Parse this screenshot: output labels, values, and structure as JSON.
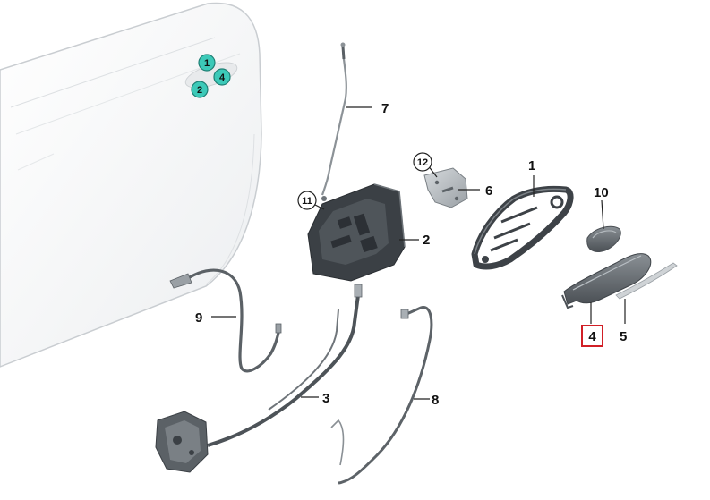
{
  "colors": {
    "door_fill": "#f3f4f5",
    "door_edge": "#c9cdd1",
    "part_dark": "#3b4045",
    "part_mid": "#6c7277",
    "part_light": "#a9afb4",
    "badge_teal": "#3cc9b8",
    "highlight_red": "#d11f26"
  },
  "door_badges": [
    "1",
    "4",
    "2"
  ],
  "callouts": {
    "p1": "1",
    "p2": "2",
    "p3": "3",
    "p4": "4",
    "p5": "5",
    "p6": "6",
    "p7": "7",
    "p8": "8",
    "p9": "9",
    "p10": "10",
    "p11": "11",
    "p12": "12"
  },
  "highlighted_part": "4"
}
